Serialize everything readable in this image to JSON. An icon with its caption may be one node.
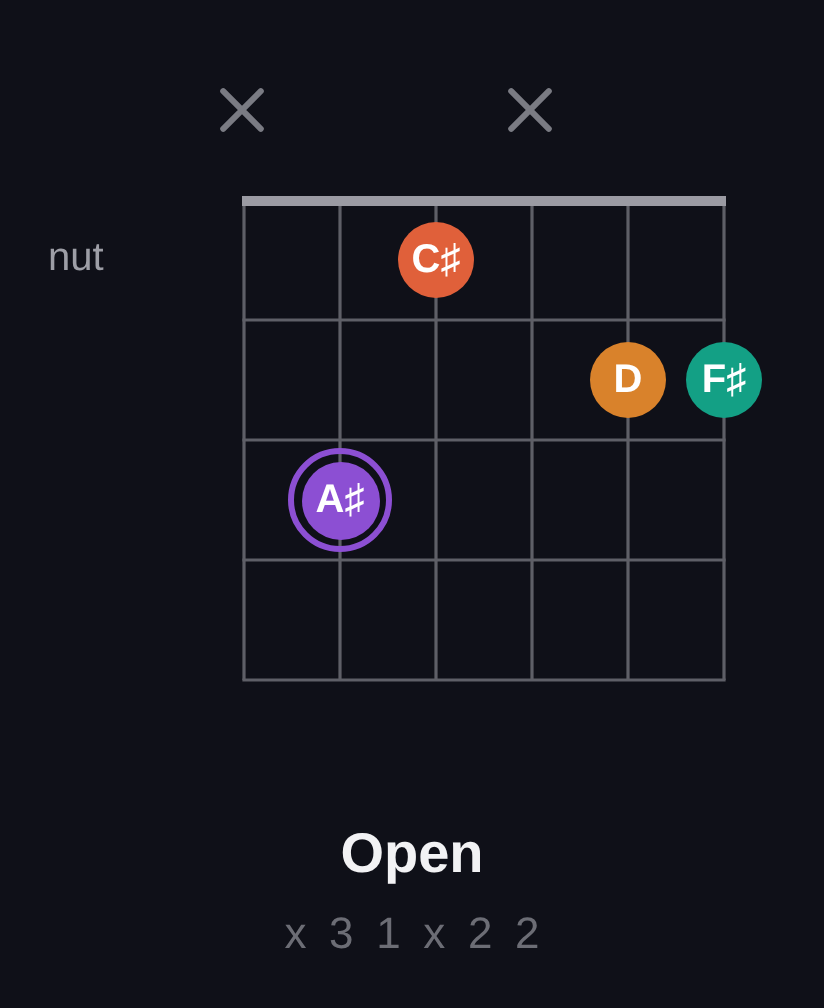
{
  "diagram": {
    "title": "Open",
    "nodes": [
      {
        "text": [
          "C♯"
        ]
      },
      {
        "text": [
          "D"
        ]
      },
      {
        "text": [
          "F♯"
        ]
      },
      {
        "text": [
          "A♯"
        ]
      }
    ],
    "labels": [
      "nut",
      "x 3 1 x 2 2"
    ]
  }
}
